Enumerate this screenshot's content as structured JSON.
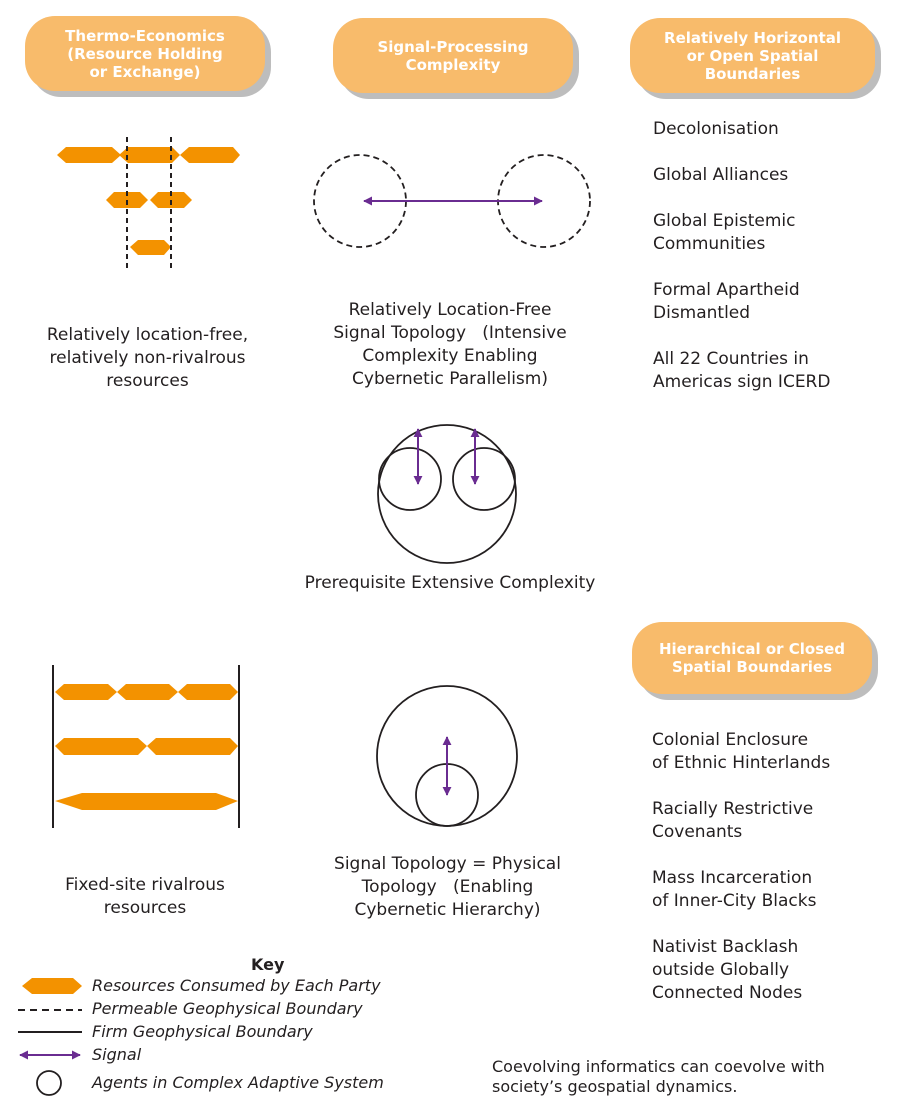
{
  "colors": {
    "resource": "#f39200",
    "pill": "#f8bb6b",
    "signal": "#6a2c91",
    "line": "#231f20"
  },
  "headers": {
    "thermo": [
      "Thermo-Economics",
      "(Resource Holding",
      "or Exchange)"
    ],
    "signal": [
      "Signal-Processing",
      "Complexity"
    ],
    "open": [
      "Relatively Horizontal",
      "or Open Spatial",
      "Boundaries"
    ],
    "closed": [
      "Hierarchical or Closed",
      "Spatial Boundaries"
    ]
  },
  "captions": {
    "open_resources": [
      "Relatively location-free,",
      "relatively non-rivalrous",
      "resources"
    ],
    "open_signal": [
      "Relatively Location-Free",
      "Signal Topology   (Intensive",
      "Complexity Enabling",
      "Cybernetic Parallelism)"
    ],
    "extensive": "Prerequisite Extensive Complexity",
    "fixed_resources": [
      "Fixed-site rivalrous",
      "resources"
    ],
    "hier_signal": [
      "Signal Topology = Physical",
      "Topology   (Enabling",
      "Cybernetic Hierarchy)"
    ]
  },
  "open_list": [
    [
      "Decolonisation"
    ],
    [
      "Global Alliances"
    ],
    [
      "Global Epistemic",
      "Communities"
    ],
    [
      "Formal Apartheid",
      "Dismantled"
    ],
    [
      "All 22 Countries in",
      "Americas sign ICERD"
    ]
  ],
  "closed_list": [
    [
      "Colonial Enclosure",
      "of Ethnic Hinterlands"
    ],
    [
      "Racially Restrictive",
      "Covenants"
    ],
    [
      "Mass Incarceration",
      "of Inner-City Blacks"
    ],
    [
      "Nativist Backlash",
      "outside Globally",
      "Connected Nodes"
    ]
  ],
  "key": {
    "title": "Key",
    "items": [
      {
        "icon": "resource-hexagon-icon",
        "label": "Resources Consumed by Each Party"
      },
      {
        "icon": "dashed-line-icon",
        "label": "Permeable Geophysical Boundary"
      },
      {
        "icon": "solid-line-icon",
        "label": "Firm Geophysical Boundary"
      },
      {
        "icon": "double-arrow-icon",
        "label": "Signal"
      },
      {
        "icon": "circle-icon",
        "label": "Agents in Complex Adaptive System"
      }
    ]
  },
  "footnote": [
    "Coevolving informatics can coevolve with",
    "society’s geospatial dynamics."
  ]
}
